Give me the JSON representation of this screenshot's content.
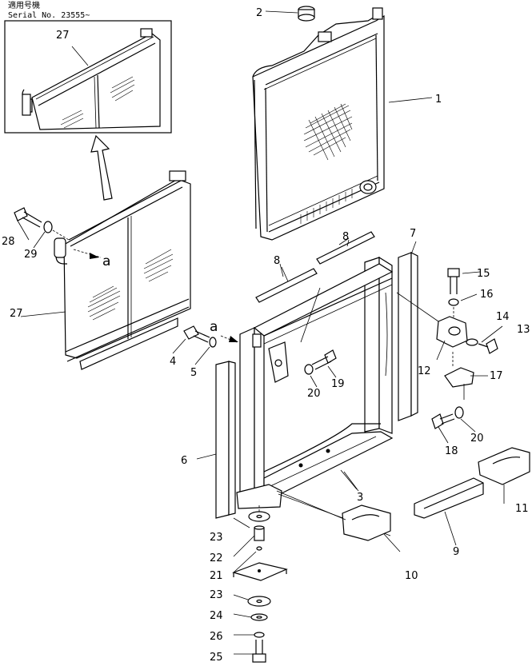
{
  "serial_note": {
    "line1": "適用号機",
    "line2": "Serial No. 23555~"
  },
  "callouts": [
    {
      "id": "c1",
      "text": "1"
    },
    {
      "id": "c2",
      "text": "2"
    },
    {
      "id": "c3",
      "text": "3"
    },
    {
      "id": "c4",
      "text": "4"
    },
    {
      "id": "c5",
      "text": "5"
    },
    {
      "id": "c6",
      "text": "6"
    },
    {
      "id": "c7",
      "text": "7"
    },
    {
      "id": "c8a",
      "text": "8"
    },
    {
      "id": "c8b",
      "text": "8"
    },
    {
      "id": "c9",
      "text": "9"
    },
    {
      "id": "c10",
      "text": "10"
    },
    {
      "id": "c11",
      "text": "11"
    },
    {
      "id": "c12",
      "text": "12"
    },
    {
      "id": "c13",
      "text": "13"
    },
    {
      "id": "c14",
      "text": "14"
    },
    {
      "id": "c15",
      "text": "15"
    },
    {
      "id": "c16",
      "text": "16"
    },
    {
      "id": "c17",
      "text": "17"
    },
    {
      "id": "c18",
      "text": "18"
    },
    {
      "id": "c19",
      "text": "19"
    },
    {
      "id": "c20a",
      "text": "20"
    },
    {
      "id": "c20b",
      "text": "20"
    },
    {
      "id": "c21",
      "text": "21"
    },
    {
      "id": "c22",
      "text": "22"
    },
    {
      "id": "c23a",
      "text": "23"
    },
    {
      "id": "c23b",
      "text": "23"
    },
    {
      "id": "c24",
      "text": "24"
    },
    {
      "id": "c25",
      "text": "25"
    },
    {
      "id": "c26",
      "text": "26"
    },
    {
      "id": "c27a",
      "text": "27"
    },
    {
      "id": "c27b",
      "text": "27"
    },
    {
      "id": "c28",
      "text": "28"
    },
    {
      "id": "c29",
      "text": "29"
    }
  ],
  "markers": {
    "a1": "a",
    "a2": "a"
  }
}
